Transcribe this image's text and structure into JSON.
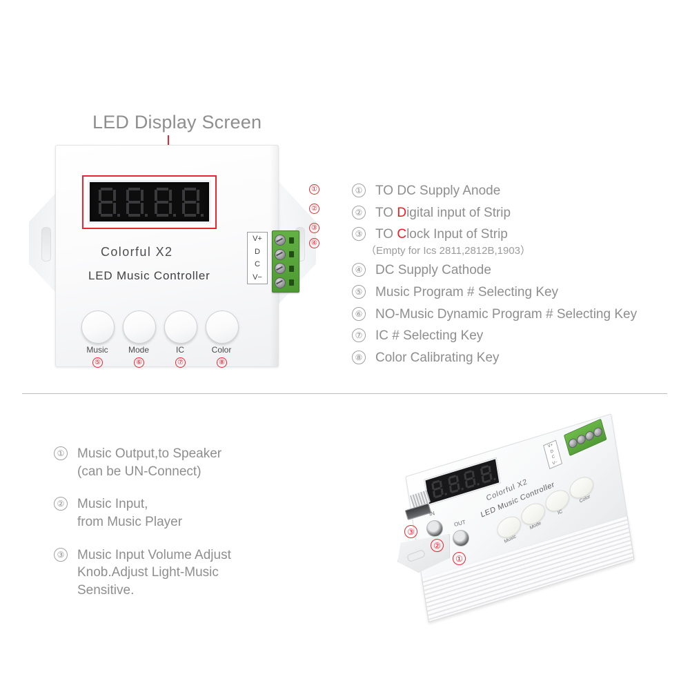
{
  "section_title": "LED Display Screen",
  "device": {
    "brand_line1": "Colorful  X2",
    "brand_line2": "LED Music Controller",
    "terminal_labels": [
      "V+",
      "D",
      "C",
      "V−"
    ],
    "buttons": [
      {
        "label": "Music",
        "callout": "⑤"
      },
      {
        "label": "Mode",
        "callout": "⑥"
      },
      {
        "label": "IC",
        "callout": "⑦"
      },
      {
        "label": "Color",
        "callout": "⑧"
      }
    ],
    "terminal_callouts": [
      "①",
      "②",
      "③",
      "④"
    ],
    "display_value": "8.8.8.8."
  },
  "legend_right": {
    "items": [
      {
        "num": "①",
        "pre": "TO ",
        "hl": "",
        "post": "DC Supply Anode",
        "sub": ""
      },
      {
        "num": "②",
        "pre": "TO ",
        "hl": "D",
        "post": "igital input of Strip",
        "sub": ""
      },
      {
        "num": "③",
        "pre": "TO ",
        "hl": "C",
        "post": "lock Input of Strip",
        "sub": "（Empty for Ics 2811,2812B,1903）"
      },
      {
        "num": "④",
        "pre": "TO ",
        "hl": "",
        "post": "DC Supply Cathode",
        "sub": ""
      },
      {
        "num": "⑤",
        "pre": "",
        "hl": "",
        "post": "Music Program # Selecting Key",
        "sub": ""
      },
      {
        "num": "⑥",
        "pre": "",
        "hl": "",
        "post": "NO-Music Dynamic Program # Selecting Key",
        "sub": ""
      },
      {
        "num": "⑦",
        "pre": "",
        "hl": "",
        "post": "IC # Selecting Key",
        "sub": ""
      },
      {
        "num": "⑧",
        "pre": "",
        "hl": "",
        "post": "Color Calibrating Key",
        "sub": ""
      }
    ]
  },
  "legend_bottom": {
    "items": [
      {
        "num": "①",
        "line1": "Music Output,to Speaker",
        "line2": "(can be UN-Connect)",
        "line3": ""
      },
      {
        "num": "②",
        "line1": "Music Input,",
        "line2": "from Music Player",
        "line3": ""
      },
      {
        "num": "③",
        "line1": "Music Input Volume Adjust",
        "line2": "Knob.Adjust Light-Music",
        "line3": "Sensitive."
      }
    ]
  },
  "device_3d": {
    "brand_line1": "Colorful  X2",
    "brand_line2": "LED Music Controller",
    "terminal_labels": [
      "V+",
      "D",
      "C",
      "V−"
    ],
    "buttons": [
      "Music",
      "Mode",
      "IC",
      "Color"
    ],
    "jack_in_label": "IN",
    "jack_out_label": "OUT",
    "callouts": [
      "①",
      "②",
      "③"
    ]
  },
  "colors": {
    "text_gray": "#8e8e8e",
    "accent_red": "#ec1c24",
    "terminal_green": "#4e9a33"
  }
}
